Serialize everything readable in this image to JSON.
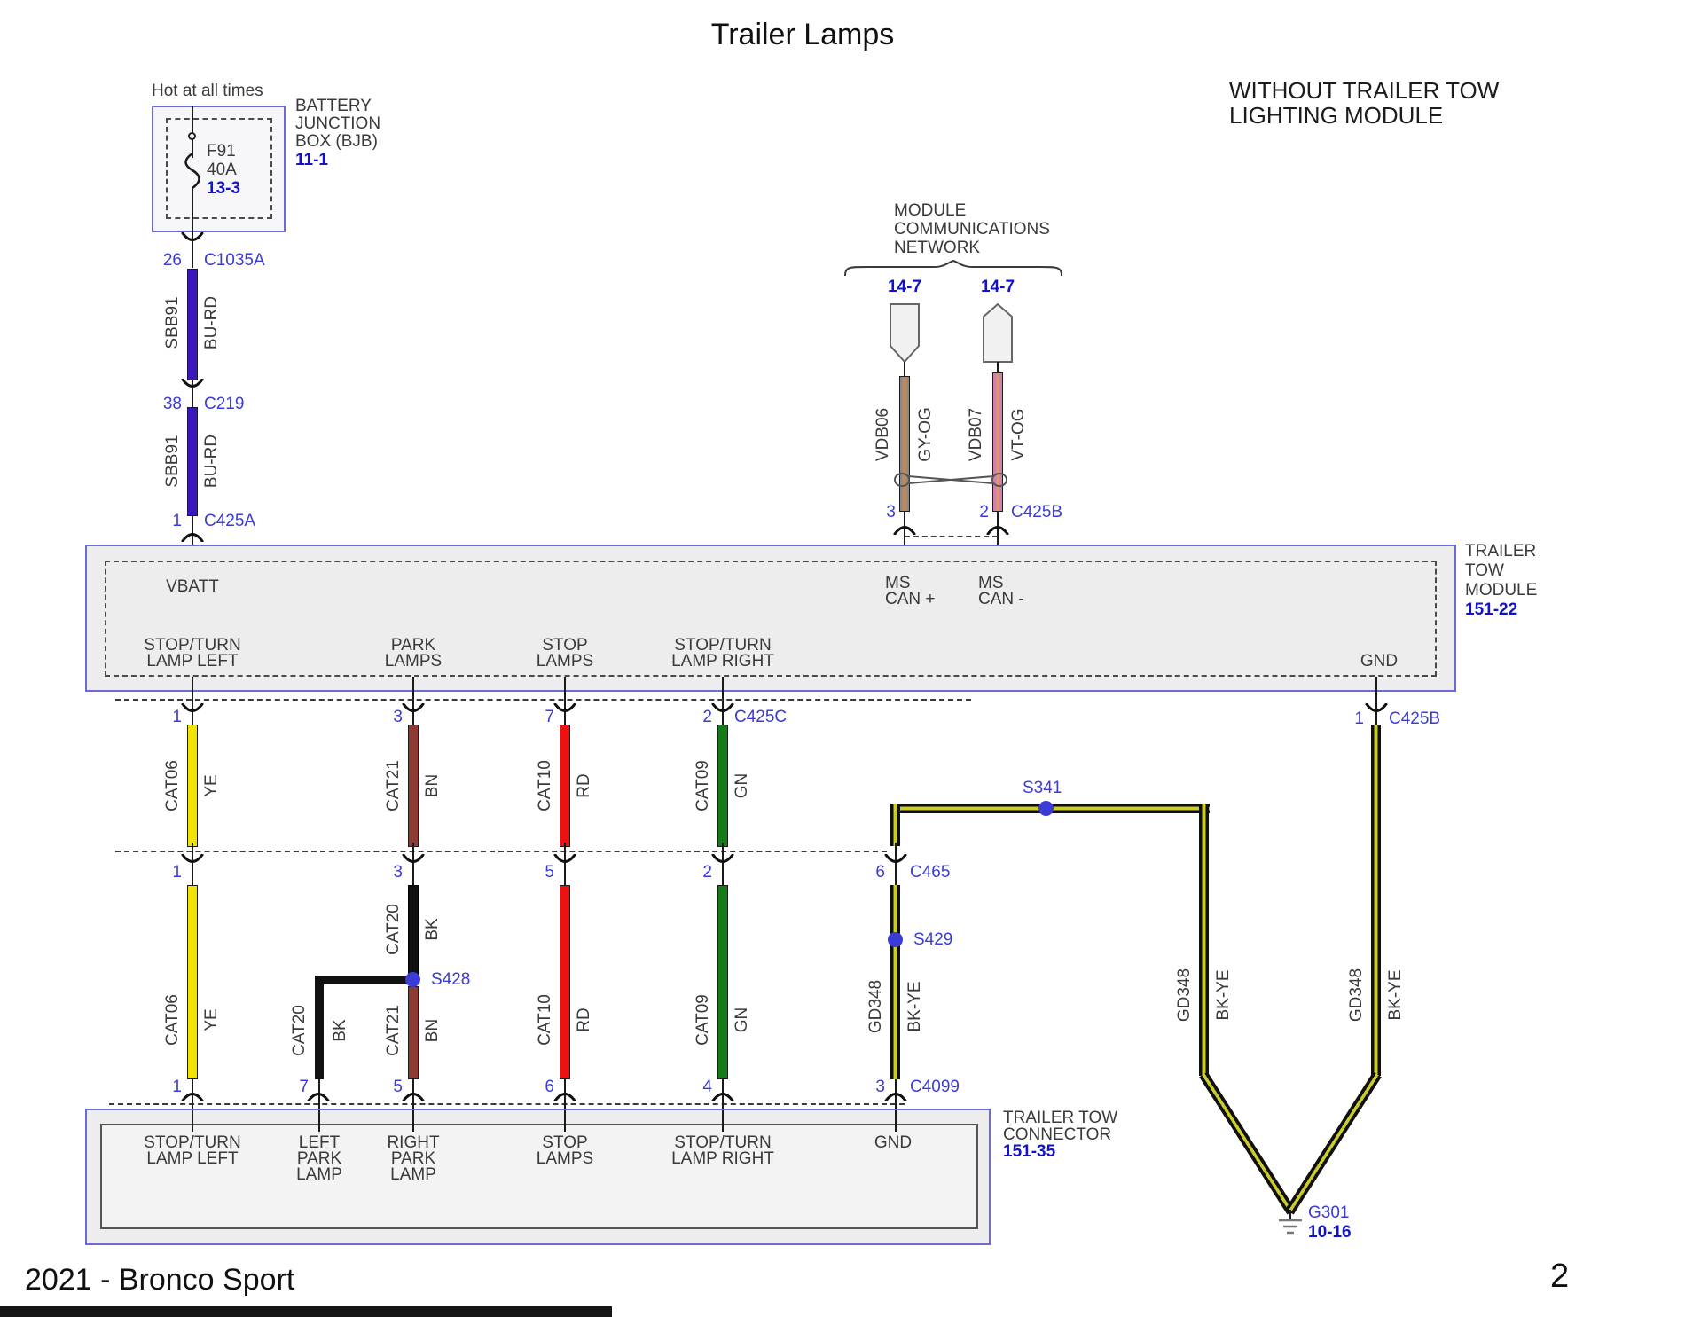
{
  "header": {
    "title": "Trailer Lamps",
    "note1": "WITHOUT TRAILER TOW",
    "note2": "LIGHTING MODULE"
  },
  "footer": {
    "vehicle": "2021 - Bronco Sport",
    "page": "2"
  },
  "colors": {
    "blue_label": "#3b3bd6",
    "blue_ref": "#1212cc",
    "box_blue": "#6a6ad8",
    "module_fill": "#ededed",
    "inner_fill": "#f3f3f3",
    "wire_bu_rd": "#3a18c0",
    "wire_ye": "#f2e400",
    "wire_bn": "#8c3a32",
    "wire_rd": "#ee1111",
    "wire_gn": "#157a18",
    "wire_bk": "#111111",
    "wire_gy": "#8a8a8a",
    "wire_og": "#bf8a58",
    "wire_vt": "#d57fae",
    "wire_og2": "#dd9a62",
    "wire_stripe_ye": "#c9cc2a"
  },
  "bjb": {
    "hot": "Hot at all times",
    "name1": "BATTERY",
    "name2": "JUNCTION",
    "name3": "BOX (BJB)",
    "ref": "11-1",
    "fuse": "F91",
    "amp": "40A",
    "fuse_ref": "13-3"
  },
  "feed": {
    "pin1": "26",
    "conn1": "C1035A",
    "w1_circuit": "SBB91",
    "w1_color": "BU-RD",
    "pin2": "38",
    "conn2": "C219",
    "w2_circuit": "SBB91",
    "w2_color": "BU-RD",
    "pin3": "1",
    "conn3": "C425A"
  },
  "can": {
    "head1": "MODULE",
    "head2": "COMMUNICATIONS",
    "head3": "NETWORK",
    "ref1": "14-7",
    "ref2": "14-7",
    "wa_circuit": "VDB06",
    "wa_color": "GY-OG",
    "wb_circuit": "VDB07",
    "wb_color": "VT-OG",
    "pina": "3",
    "pinb": "2",
    "conn": "C425B"
  },
  "module": {
    "vbatt": "VBATT",
    "canp1": "MS",
    "canp2": "CAN +",
    "cann1": "MS",
    "cann2": "CAN -",
    "o1a": "STOP/TURN",
    "o1b": "LAMP LEFT",
    "o2a": "PARK",
    "o2b": "LAMPS",
    "o3a": "STOP",
    "o3b": "LAMPS",
    "o4a": "STOP/TURN",
    "o4b": "LAMP RIGHT",
    "gnd": "GND",
    "gnd_pin": "1",
    "gnd_conn": "C425B",
    "name1": "TRAILER",
    "name2": "TOW",
    "name3": "MODULE",
    "ref": "151-22"
  },
  "c425c": {
    "p1": "1",
    "p2": "3",
    "p3": "7",
    "p4": "2",
    "name": "C425C"
  },
  "seg1": {
    "w1c": "CAT06",
    "w1k": "YE",
    "w2c": "CAT21",
    "w2k": "BN",
    "w3c": "CAT10",
    "w3k": "RD",
    "w4c": "CAT09",
    "w4k": "GN"
  },
  "c465": {
    "p1": "1",
    "p2": "3",
    "p3": "5",
    "p4": "2",
    "p5": "6",
    "name": "C465"
  },
  "splices": {
    "s341": "S341",
    "s429": "S429",
    "s428": "S428"
  },
  "seg2": {
    "w1c": "CAT06",
    "w1k": "YE",
    "w2ac": "CAT20",
    "w2ak": "BK",
    "w2bc": "CAT21",
    "w2bk": "BN",
    "brc": "CAT20",
    "brk": "BK",
    "w3c": "CAT10",
    "w3k": "RD",
    "w4c": "CAT09",
    "w4k": "GN",
    "w6c": "GD348",
    "w6k": "BK-YE"
  },
  "gd": {
    "l_c": "GD348",
    "l_k": "BK-YE",
    "r_c": "GD348",
    "r_k": "BK-YE"
  },
  "c4099": {
    "p1": "1",
    "p2": "7",
    "p3": "5",
    "p4": "6",
    "p5": "4",
    "p6": "3",
    "name": "C4099"
  },
  "tow": {
    "l1a": "STOP/TURN",
    "l1b": "LAMP LEFT",
    "l2a": "LEFT",
    "l2b": "PARK",
    "l2c": "LAMP",
    "l3a": "RIGHT",
    "l3b": "PARK",
    "l3c": "LAMP",
    "l4a": "STOP",
    "l4b": "LAMPS",
    "l5a": "STOP/TURN",
    "l5b": "LAMP RIGHT",
    "l6": "GND",
    "name1": "TRAILER TOW",
    "name2": "CONNECTOR",
    "ref": "151-35"
  },
  "ground": {
    "name": "G301",
    "ref": "10-16"
  }
}
